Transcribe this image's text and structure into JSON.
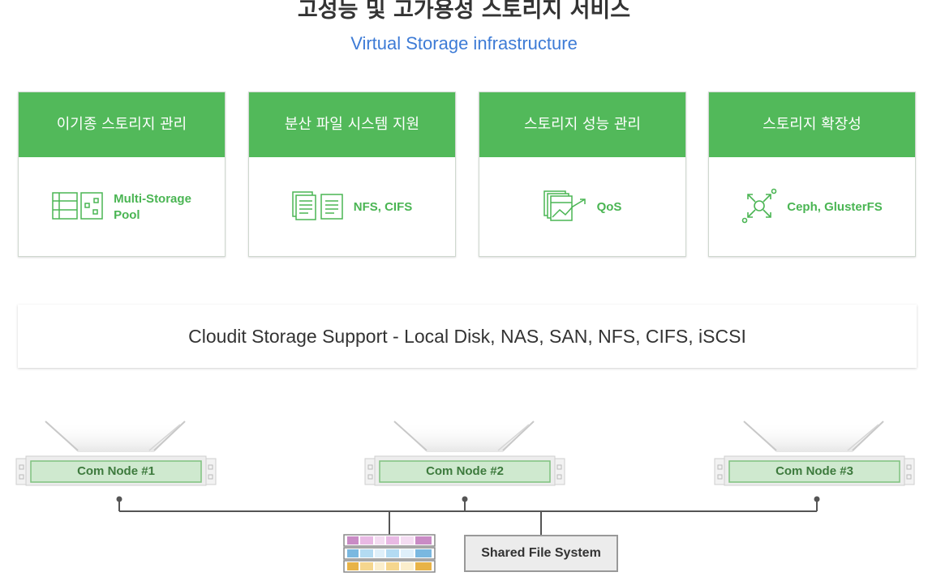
{
  "header": {
    "title": "고성능 및 고가용성 스토리지 서비스",
    "subtitle": "Virtual Storage infrastructure"
  },
  "cards": [
    {
      "heading": "이기종 스토리지 관리",
      "label_lines": [
        "Multi-Storage",
        "Pool"
      ],
      "icon": "storage-pool-icon"
    },
    {
      "heading": "분산 파일 시스템 지원",
      "label_lines": [
        "NFS, CIFS"
      ],
      "icon": "documents-icon"
    },
    {
      "heading": "스토리지 성능 관리",
      "label_lines": [
        "QoS"
      ],
      "icon": "performance-chart-icon"
    },
    {
      "heading": "스토리지 확장성",
      "label_lines": [
        "Ceph, GlusterFS"
      ],
      "icon": "expand-arrows-icon"
    }
  ],
  "support": {
    "text": "Cloudit Storage Support - Local Disk, NAS, SAN, NFS, CIFS, iSCSI"
  },
  "nodes": [
    {
      "label": "Com Node #1"
    },
    {
      "label": "Com Node #2"
    },
    {
      "label": "Com Node #3"
    }
  ],
  "shared": {
    "label": "Shared File System"
  },
  "colors": {
    "accent_green": "#52b95a",
    "label_green": "#4ab553",
    "subtitle_blue": "#3d7bd6",
    "node_fill": "#cfe9cf"
  }
}
